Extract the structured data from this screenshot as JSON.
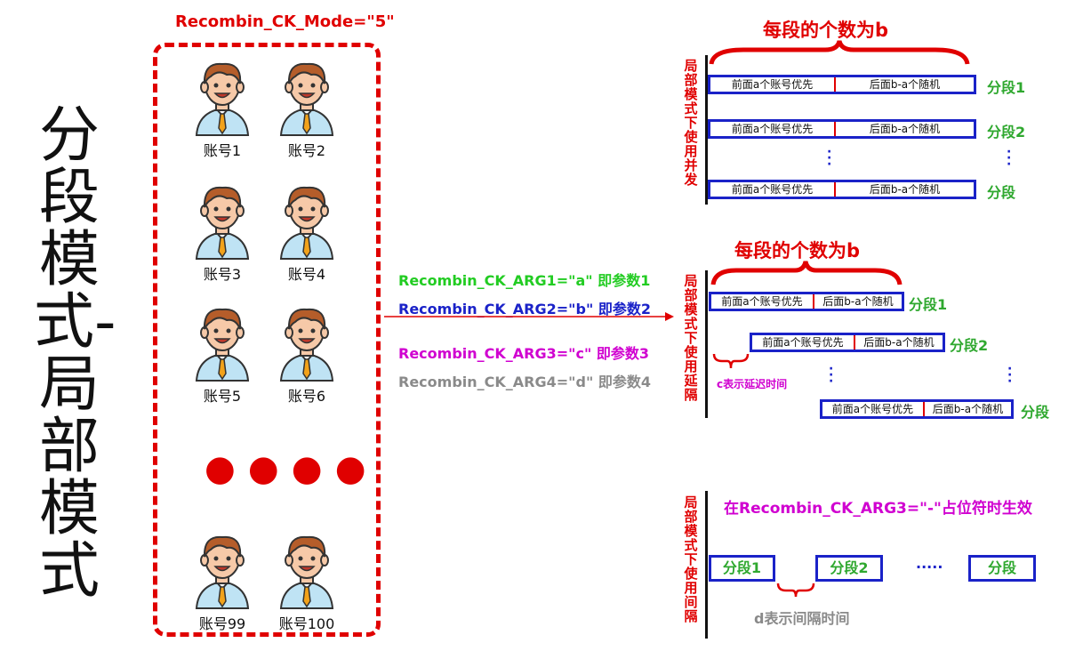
{
  "left_title": "分段模式-局部模式",
  "mode_label": "Recombin_CK_Mode=\"5\"",
  "accounts": [
    "账号1",
    "账号2",
    "账号3",
    "账号4",
    "账号5",
    "账号6",
    "账号99",
    "账号100"
  ],
  "args": [
    {
      "text": "Recombin_CK_ARG1=\"a\" 即参数1",
      "color": "#22cc22"
    },
    {
      "text": "Recombin_CK_ARG2=\"b\" 即参数2",
      "color": "#1a22c8"
    },
    {
      "text": "Recombin_CK_ARG3=\"c\" 即参数3",
      "color": "#d000d0"
    },
    {
      "text": "Recombin_CK_ARG4=\"d\" 即参数4",
      "color": "#8a8a8a"
    }
  ],
  "panel1": {
    "vertical_label": "局部模式下使用并发",
    "title": "每段的个数为b",
    "bar_first": "前面a个账号优先",
    "bar_second": "后面b-a个随机",
    "segments": [
      "分段1",
      "分段2",
      "分段"
    ]
  },
  "panel2": {
    "vertical_label": "局部模式下使用延隔",
    "title": "每段的个数为b",
    "bar_first": "前面a个账号优先",
    "bar_second": "后面b-a个随机",
    "segments": [
      "分段1",
      "分段2",
      "分段"
    ],
    "delay_note": "c表示延迟时间"
  },
  "panel3": {
    "vertical_label": "局部模式下使用间隔",
    "condition": "在Recombin_CK_ARG3=\"-\"占位符时生效",
    "segments": [
      "分段1",
      "分段2",
      "分段"
    ],
    "ellipsis": "·····",
    "interval_note": "d表示间隔时间"
  },
  "colors": {
    "red": "#e00000",
    "blue": "#1a22c8",
    "green": "#2fa82f",
    "magenta": "#d000d0",
    "gray": "#8a8a8a"
  }
}
